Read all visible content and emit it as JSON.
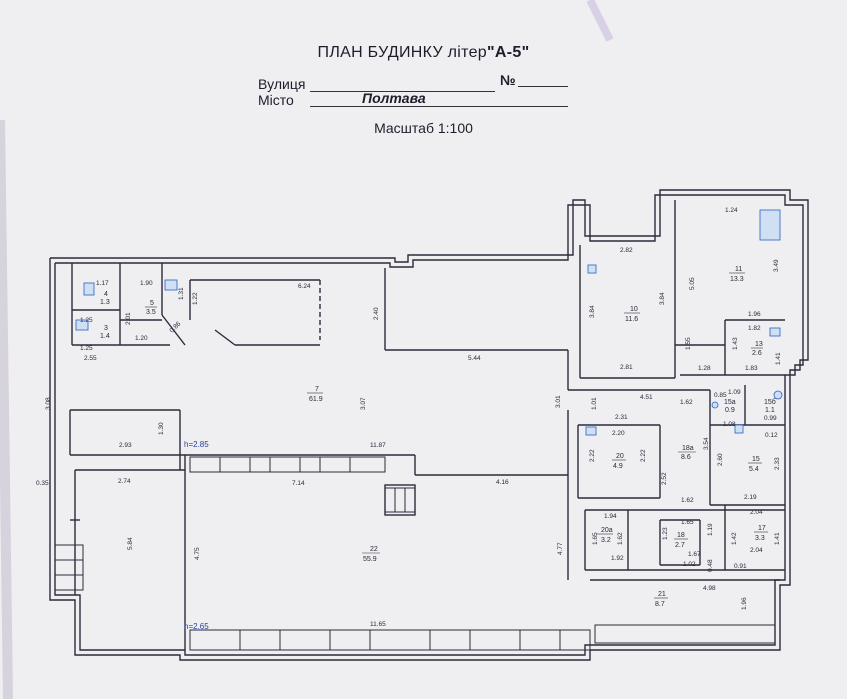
{
  "header": {
    "title_prefix": "ПЛАН БУДИНКУ літер",
    "title_letter": "\"А-5\"",
    "street_label": "Вулиця",
    "number_label": "№",
    "city_label": "Місто",
    "city_value": "Полтава",
    "scale": "Масштаб 1:100"
  },
  "rooms": [
    {
      "id": "r7",
      "num": "7",
      "area": "61.9"
    },
    {
      "id": "r22",
      "num": "22",
      "area": "55.9"
    },
    {
      "id": "r10",
      "num": "10",
      "area": "11.6"
    },
    {
      "id": "r11",
      "num": "11",
      "area": "13.3"
    },
    {
      "id": "r13",
      "num": "13",
      "area": "2.6"
    },
    {
      "id": "r5",
      "num": "5",
      "area": "3.5"
    },
    {
      "id": "r4",
      "num": "4",
      "area": "1.3"
    },
    {
      "id": "r3",
      "num": "3",
      "area": "1.4"
    },
    {
      "id": "r20",
      "num": "20",
      "area": "4.9"
    },
    {
      "id": "r18a",
      "num": "18а",
      "area": "8.6"
    },
    {
      "id": "r15",
      "num": "15",
      "area": "5.4"
    },
    {
      "id": "r15b",
      "num": "15б",
      "area": "1.1"
    },
    {
      "id": "r15a",
      "num": "15а",
      "area": "0.9"
    },
    {
      "id": "r20a",
      "num": "20а",
      "area": "3.2"
    },
    {
      "id": "r18",
      "num": "18",
      "area": "2.7"
    },
    {
      "id": "r17",
      "num": "17",
      "area": "3.3"
    },
    {
      "id": "r21",
      "num": "21",
      "area": "8.7"
    }
  ],
  "dimensions": [
    "6.24",
    "2.40",
    "5.44",
    "3.07",
    "3.01",
    "11.87",
    "2.93",
    "2.74",
    "1.30",
    "7.14",
    "4.16",
    "5.84",
    "4.75",
    "4.77",
    "11.65",
    "0.35",
    "3.08",
    "2.55",
    "1.90",
    "1.17",
    "1.25",
    "1.20",
    "2.01",
    "1.31",
    "1.22",
    "0.86",
    "1.25",
    "2.82",
    "3.84",
    "3.84",
    "2.81",
    "1.24",
    "3.49",
    "5.05",
    "1.96",
    "1.82",
    "1.43",
    "1.83",
    "1.28",
    "1.55",
    "1.41",
    "4.51",
    "1.01",
    "2.31",
    "1.62",
    "2.20",
    "2.22",
    "2.22",
    "2.52",
    "3.54",
    "1.09",
    "0.85",
    "0.99",
    "1.08",
    "0.12",
    "2.60",
    "2.33",
    "2.19",
    "1.62",
    "1.65",
    "1.94",
    "1.65",
    "1.62",
    "1.92",
    "1.23",
    "1.67",
    "1.02",
    "1.19",
    "1.42",
    "2.04",
    "2.04",
    "1.41",
    "0.48",
    "0.91",
    "4.98",
    "1.96"
  ],
  "ceiling_heights": [
    "h=2.85",
    "h=2.65"
  ]
}
